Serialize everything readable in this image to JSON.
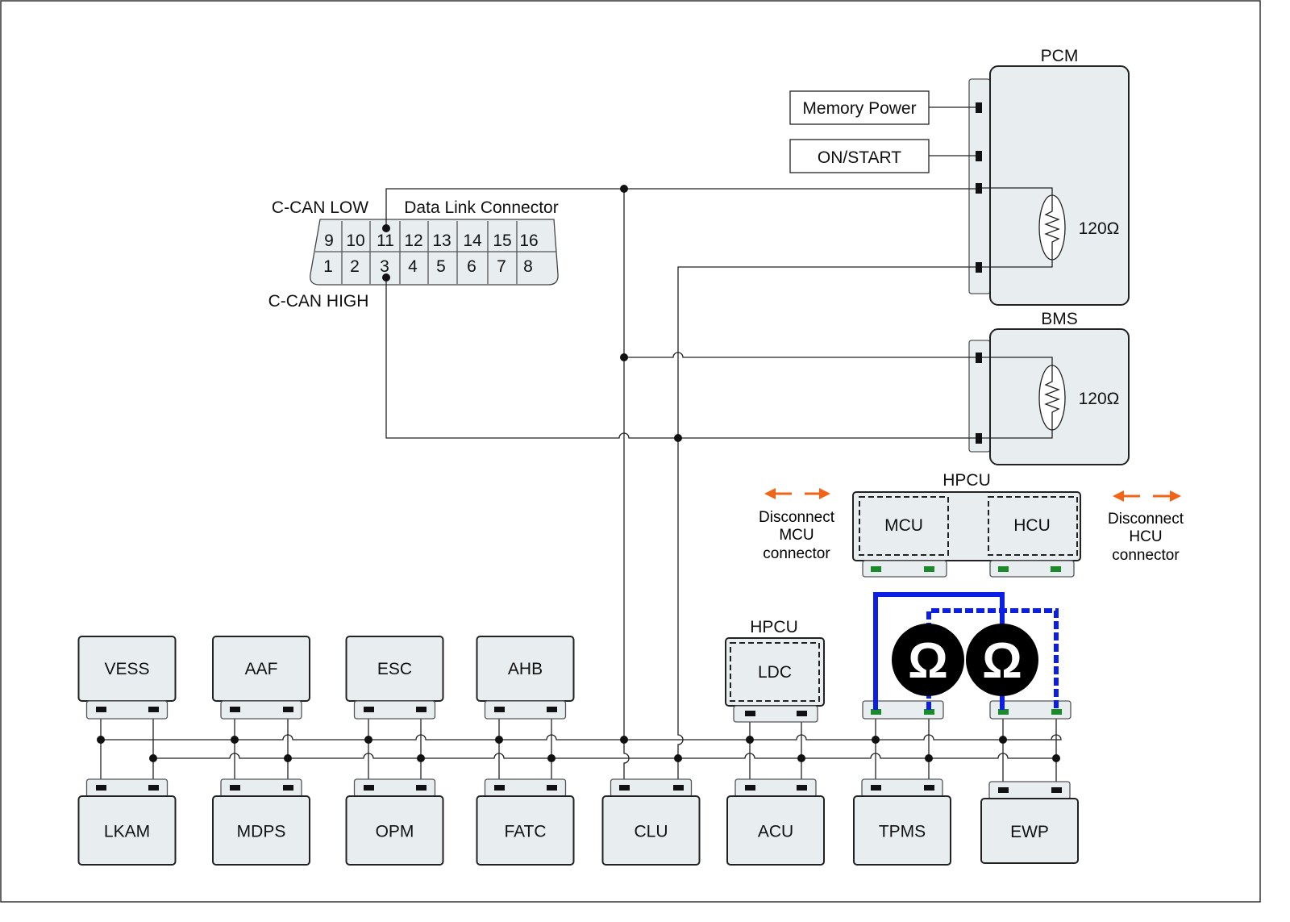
{
  "dlc": {
    "title": "Data Link Connector",
    "can_low": "C-CAN LOW",
    "can_high": "C-CAN HIGH",
    "top_pins": [
      "9",
      "10",
      "11",
      "12",
      "13",
      "14",
      "15",
      "16"
    ],
    "bottom_pins": [
      "1",
      "2",
      "3",
      "4",
      "5",
      "6",
      "7",
      "8"
    ]
  },
  "pcm": {
    "label": "PCM",
    "resistor": "120Ω",
    "inputs": [
      "Memory Power",
      "ON/START"
    ]
  },
  "bms": {
    "label": "BMS",
    "resistor": "120Ω"
  },
  "hpcu_main": {
    "label": "HPCU",
    "mcu": "MCU",
    "hcu": "HCU",
    "disconnect_mcu": [
      "Disconnect",
      "MCU",
      "connector"
    ],
    "disconnect_hcu": [
      "Disconnect",
      "HCU",
      "connector"
    ]
  },
  "hpcu_ldc": {
    "label": "HPCU",
    "ldc": "LDC"
  },
  "top_modules": [
    "VESS",
    "AAF",
    "ESC",
    "AHB"
  ],
  "bottom_modules": [
    "LKAM",
    "MDPS",
    "OPM",
    "FATC",
    "CLU",
    "ACU",
    "TPMS",
    "EWP"
  ],
  "meter_symbol": "Ω",
  "colors": {
    "meter_lead": "#0a1ee6",
    "arrow": "#f06418",
    "active_pin": "#1a8a2a",
    "module_fill": "#e8eef0"
  },
  "icons": {
    "meter": "ohmmeter-icon",
    "arrow": "double-arrow-icon",
    "resistor": "resistor-icon"
  }
}
